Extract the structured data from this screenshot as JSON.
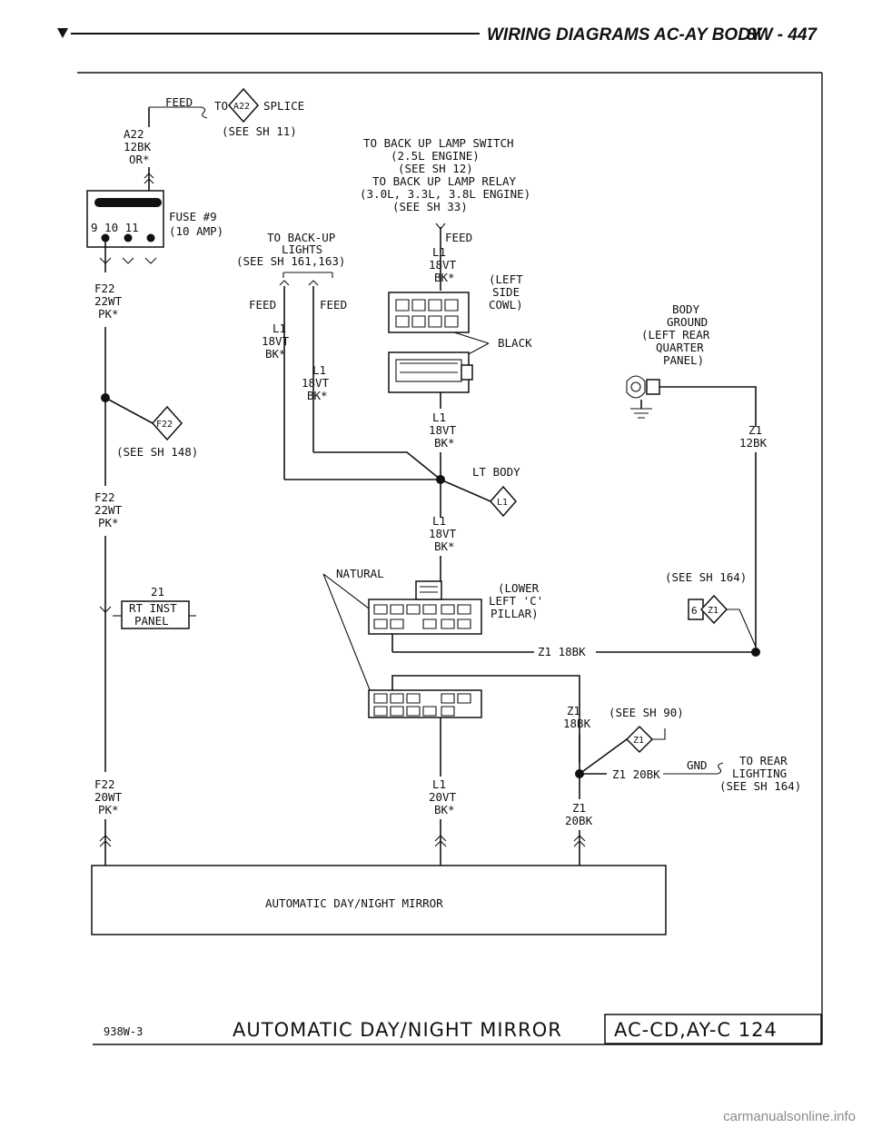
{
  "header": {
    "title": "WIRING DIAGRAMS AC-AY BODY",
    "page": "8W - 447"
  },
  "labels": {
    "feed_top": "FEED",
    "to": "TO",
    "a22_marker": "A22",
    "splice": "SPLICE",
    "see_sh_11": "(SEE SH 11)",
    "a22_circuit": "A22",
    "a22_gauge": "12BK",
    "a22_color": "OR*",
    "fuse_no": "FUSE #9",
    "fuse_amp": "(10 AMP)",
    "fuse_pins": "9 10 11",
    "f22_1": "F22",
    "f22_1_gauge": "22WT",
    "f22_1_color": "PK*",
    "f22_marker": "F22",
    "see_sh_148": "(SEE SH 148)",
    "f22_2": "F22",
    "f22_2_gauge": "22WT",
    "f22_2_color": "PK*",
    "rt_inst_pin": "21",
    "rt_inst_1": "RT INST",
    "rt_inst_2": "PANEL",
    "f22_3": "F22",
    "f22_3_gauge": "20WT",
    "f22_3_color": "PK*",
    "backup_sw_1": "TO BACK UP LAMP SWITCH",
    "backup_sw_2": "(2.5L ENGINE)",
    "backup_sw_3": "(SEE SH 12)",
    "backup_relay_1": "TO BACK UP LAMP RELAY",
    "backup_relay_2": "(3.0L, 3.3L, 3.8L ENGINE)",
    "backup_relay_3": "(SEE SH 33)",
    "backup_lights_1": "TO BACK-UP",
    "backup_lights_2": "LIGHTS",
    "backup_lights_3": "(SEE SH 161,163)",
    "feed_left": "FEED",
    "feed_right": "FEED",
    "feed_center": "FEED",
    "l1_a": "L1",
    "l1_a_gauge": "18VT",
    "l1_a_color": "BK*",
    "l1_b": "L1",
    "l1_b_gauge": "18VT",
    "l1_b_color": "BK*",
    "l1_c": "L1",
    "l1_c_gauge": "18VT",
    "l1_c_color": "BK*",
    "cowl_1": "(LEFT",
    "cowl_2": "SIDE",
    "cowl_3": "COWL)",
    "black": "BLACK",
    "l1_d": "L1",
    "l1_d_gauge": "18VT",
    "l1_d_color": "BK*",
    "lt_body": "LT BODY",
    "l1_marker": "L1",
    "l1_e": "L1",
    "l1_e_gauge": "18VT",
    "l1_e_color": "BK*",
    "natural": "NATURAL",
    "pillar_1": "(LOWER",
    "pillar_2": "LEFT 'C'",
    "pillar_3": "PILLAR)",
    "z1_18bk": "Z1 18BK",
    "body_ground_1": "BODY",
    "body_ground_2": "GROUND",
    "body_ground_3": "(LEFT REAR",
    "body_ground_4": "QUARTER",
    "body_ground_5": "PANEL)",
    "z1_a": "Z1",
    "z1_a_gauge": "12BK",
    "see_sh_164": "(SEE SH 164)",
    "splice_6": "6",
    "splice_z1": "Z1",
    "z1_b": "Z1",
    "z1_b_gauge": "18BK",
    "see_sh_90": "(SEE SH 90)",
    "z1_marker": "Z1",
    "z1_20bk": "Z1 20BK",
    "gnd": "GND",
    "rear_light_1": "TO REAR",
    "rear_light_2": "LIGHTING",
    "rear_light_3": "(SEE SH 164)",
    "l1_f": "L1",
    "l1_f_gauge": "20VT",
    "l1_f_color": "BK*",
    "z1_c": "Z1",
    "z1_c_gauge": "20BK",
    "mirror_box": "AUTOMATIC DAY/NIGHT MIRROR"
  },
  "footer": {
    "code": "938W-3",
    "title": "AUTOMATIC DAY/NIGHT MIRROR",
    "page_ref": "AC-CD,AY-C 124"
  },
  "watermark": "carmanualsonline.info"
}
